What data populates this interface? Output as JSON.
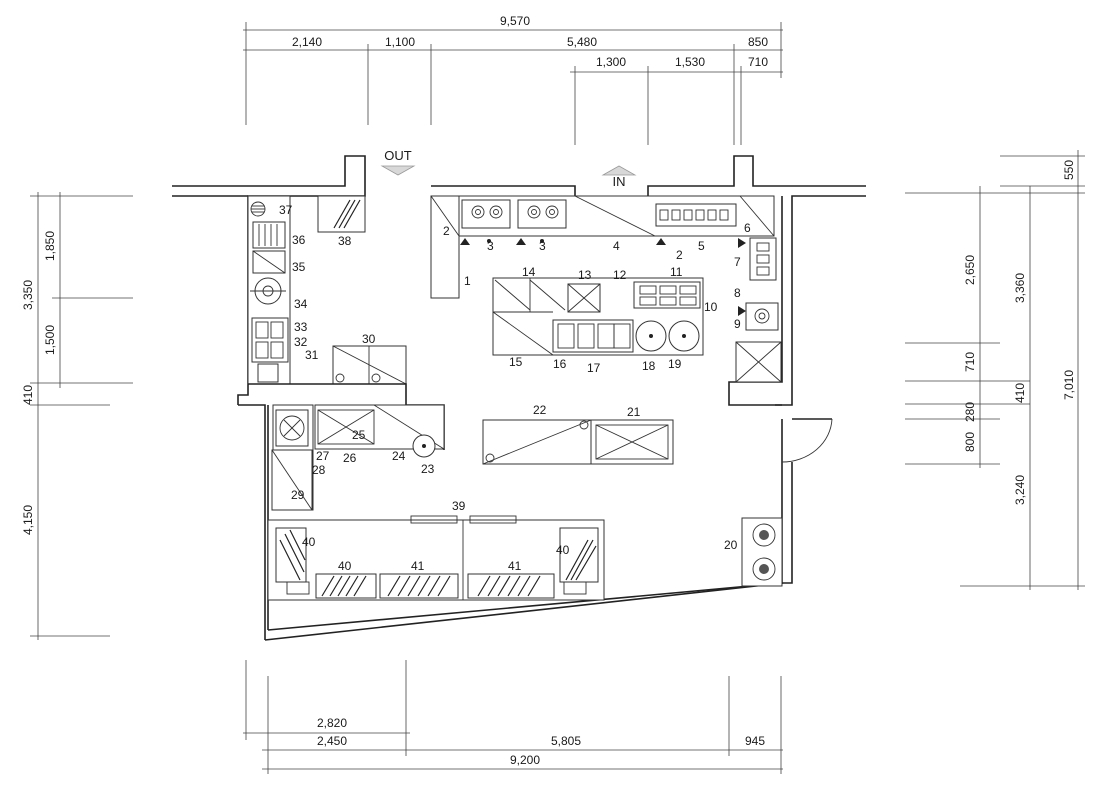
{
  "labels": {
    "out": "OUT",
    "in": "IN"
  },
  "dimensions": {
    "top_total": "9,570",
    "top_a": "2,140",
    "top_b": "1,100",
    "top_c": "5,480",
    "top_d": "850",
    "top_e": "1,300",
    "top_f": "1,530",
    "top_g": "710",
    "left_a": "3,350",
    "left_b": "1,850",
    "left_c": "1,500",
    "left_d": "410",
    "left_e": "4,150",
    "right_a": "550",
    "right_b": "2,650",
    "right_c": "3,360",
    "right_d": "710",
    "right_e": "410",
    "right_f": "280",
    "right_g": "7,010",
    "right_h": "800",
    "right_i": "3,240",
    "bottom_a": "2,820",
    "bottom_b": "2,450",
    "bottom_c": "5,805",
    "bottom_d": "945",
    "bottom_total": "9,200"
  },
  "equipment_numbers": {
    "n1": "1",
    "n2a": "2",
    "n2b": "2",
    "n3a": "3",
    "n3b": "3",
    "n4": "4",
    "n5": "5",
    "n6": "6",
    "n7": "7",
    "n8": "8",
    "n9": "9",
    "n10": "10",
    "n11": "11",
    "n12": "12",
    "n13": "13",
    "n14": "14",
    "n15": "15",
    "n16": "16",
    "n17": "17",
    "n18": "18",
    "n19": "19",
    "n20": "20",
    "n21": "21",
    "n22": "22",
    "n23": "23",
    "n24": "24",
    "n25": "25",
    "n26": "26",
    "n27": "27",
    "n28": "28",
    "n29": "29",
    "n30": "30",
    "n31": "31",
    "n32": "32",
    "n33": "33",
    "n34": "34",
    "n35": "35",
    "n36": "36",
    "n37": "37",
    "n38": "38",
    "n39": "39",
    "n40a": "40",
    "n40b": "40",
    "n40c": "40",
    "n41a": "41",
    "n41b": "41"
  }
}
